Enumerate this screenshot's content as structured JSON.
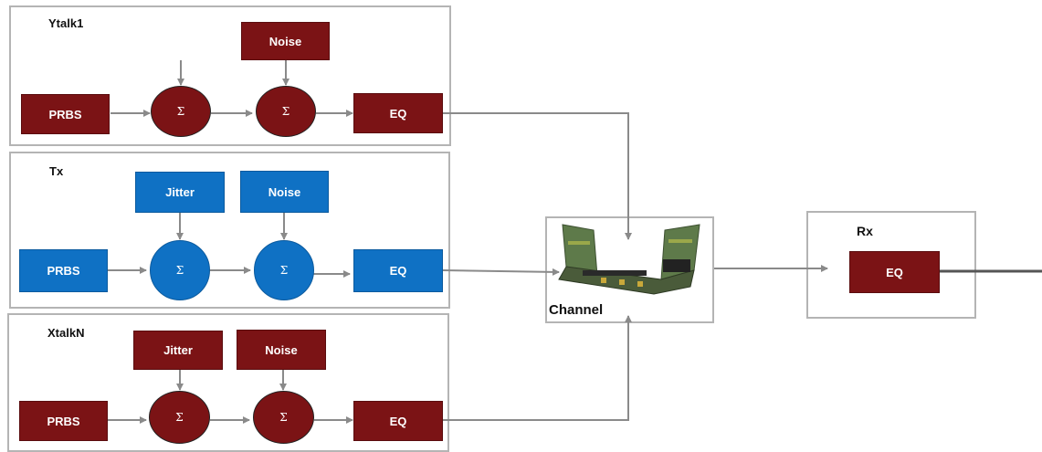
{
  "ytalk1": {
    "title": "Ytalk1",
    "prbs": "PRBS",
    "sum1": "Σ",
    "sum2": "Σ",
    "noise": "Noise",
    "eq": "EQ"
  },
  "tx": {
    "title": "Tx",
    "prbs": "PRBS",
    "sum1": "Σ",
    "sum2": "Σ",
    "jitter": "Jitter",
    "noise": "Noise",
    "eq": "EQ"
  },
  "xtalkn": {
    "title": "XtalkN",
    "prbs": "PRBS",
    "sum1": "Σ",
    "sum2": "Σ",
    "jitter": "Jitter",
    "noise": "Noise",
    "eq": "EQ"
  },
  "channel": {
    "label": "Channel"
  },
  "rx": {
    "title": "Rx",
    "eq": "EQ"
  },
  "colors": {
    "red_block": "#7b1315",
    "blue_block": "#0f71c4",
    "wire": "#8a8a8a",
    "panel_border": "#b4b4b4"
  }
}
